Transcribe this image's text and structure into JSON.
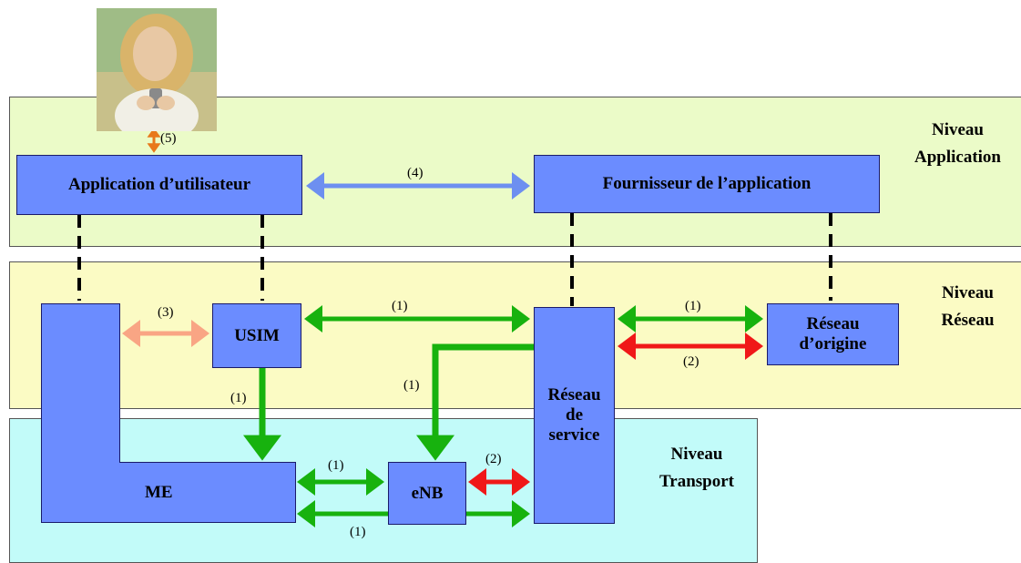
{
  "layers": {
    "application": {
      "label_line1": "Niveau",
      "label_line2": "Application",
      "color": "#ebfbc8"
    },
    "reseau": {
      "label_line1": "Niveau",
      "label_line2": "Réseau",
      "color": "#fbfbc4"
    },
    "transport": {
      "label_line1": "Niveau",
      "label_line2": "Transport",
      "color": "#c2fbf9"
    }
  },
  "boxes": {
    "app_user": "Application d’utilisateur",
    "app_provider": "Fournisseur de l’application",
    "usim": "USIM",
    "me": "ME",
    "enb": "eNB",
    "serving_line1": "Réseau",
    "serving_line2": "de",
    "serving_line3": "service",
    "home_line1": "Réseau",
    "home_line2": "d’origine"
  },
  "links": {
    "l5": "(5)",
    "l4": "(4)",
    "l3": "(3)",
    "l1_usim_serving": "(1)",
    "l1_serving_home": "(1)",
    "l2_serving_home": "(2)",
    "l1_usim_me": "(1)",
    "l1_serving_enb": "(1)",
    "l1_me_enb": "(1)",
    "l2_enb_serving": "(2)",
    "l1_me_serving": "(1)"
  },
  "colors": {
    "box": "#6b8cff",
    "green": "#17b20e",
    "red": "#f01818",
    "blue_arrow": "#6d8ff0",
    "salmon": "#f9a584",
    "orange": "#e8781a"
  }
}
